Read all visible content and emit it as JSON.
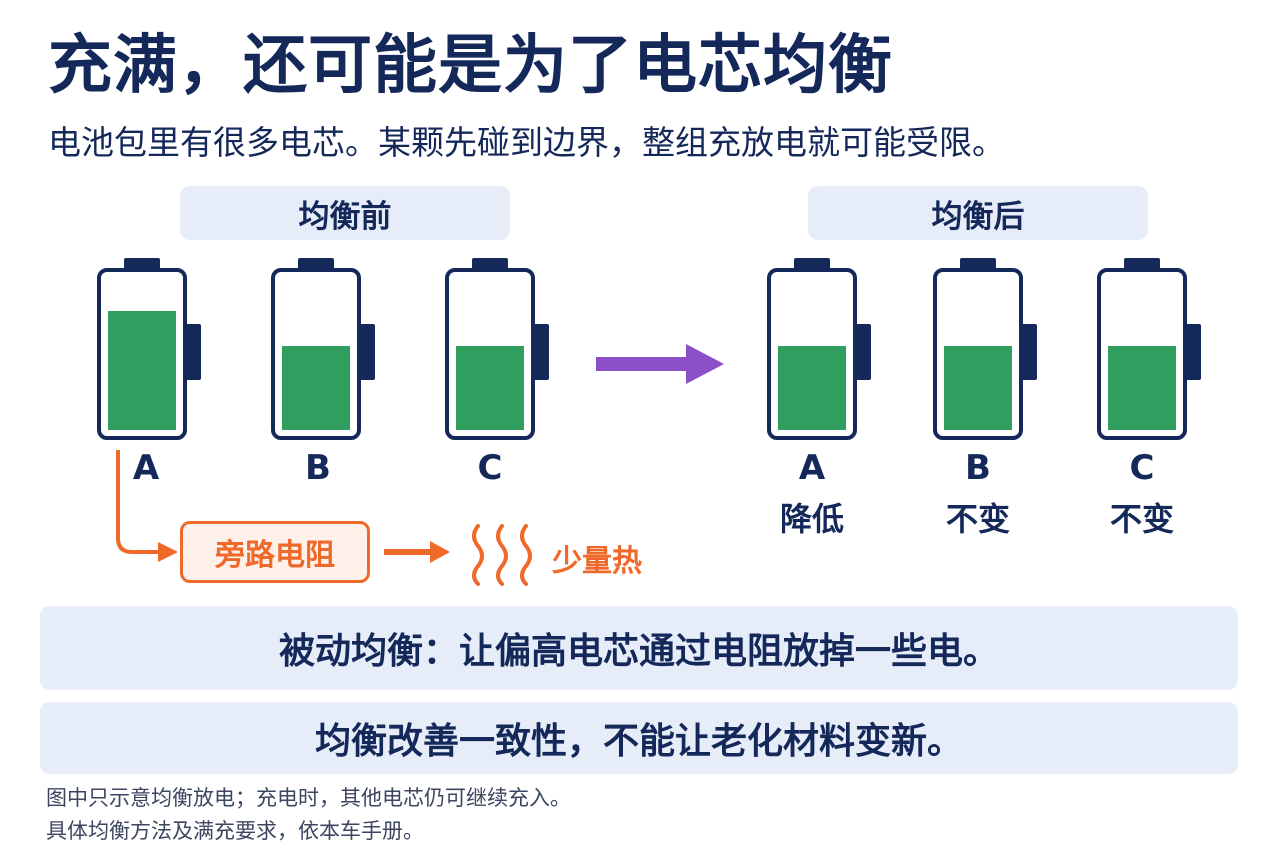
{
  "title": "充满，还可能是为了电芯均衡",
  "subtitle": "电池包里有很多电芯。某颗先碰到边界，整组充放电就可能受限。",
  "before": {
    "label": "均衡前",
    "cells": [
      {
        "name": "A",
        "level": 0.78
      },
      {
        "name": "B",
        "level": 0.55
      },
      {
        "name": "C",
        "level": 0.55
      }
    ]
  },
  "after": {
    "label": "均衡后",
    "cells": [
      {
        "name": "A",
        "status": "降低",
        "level": 0.55
      },
      {
        "name": "B",
        "status": "不变",
        "level": 0.55
      },
      {
        "name": "C",
        "status": "不变",
        "level": 0.55
      }
    ]
  },
  "bypass": {
    "resistor_label": "旁路电阻",
    "heat_label": "少量热"
  },
  "banners": {
    "passive": "被动均衡：让偏高电芯通过电阻放掉一些电。",
    "note_main": "均衡改善一致性，不能让老化材料变新。"
  },
  "footnotes": {
    "line1": "图中只示意均衡放电；充电时，其他电芯仍可继续充入。",
    "line2": "具体均衡方法及满充要求，依本车手册。"
  },
  "colors": {
    "navy": "#14285a",
    "green": "#2f9e5e",
    "orange": "#ef6a2a",
    "purple": "#8c4fc8",
    "panel": "#e6edf8"
  }
}
